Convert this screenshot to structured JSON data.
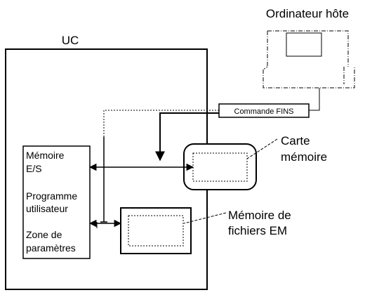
{
  "labels": {
    "host_computer": "Ordinateur hôte",
    "cpu_unit": "UC",
    "fins_command": "Commande FINS",
    "memory_card_line1": "Carte",
    "memory_card_line2": "mémoire",
    "em_file_memory_line1": "Mémoire de",
    "em_file_memory_line2": "fichiers EM",
    "io_memory_line1": "Mémoire",
    "io_memory_line2": "E/S",
    "user_program_line1": "Programme",
    "user_program_line2": "utilisateur",
    "param_area_line1": "Zone de",
    "param_area_line2": "paramètres"
  }
}
